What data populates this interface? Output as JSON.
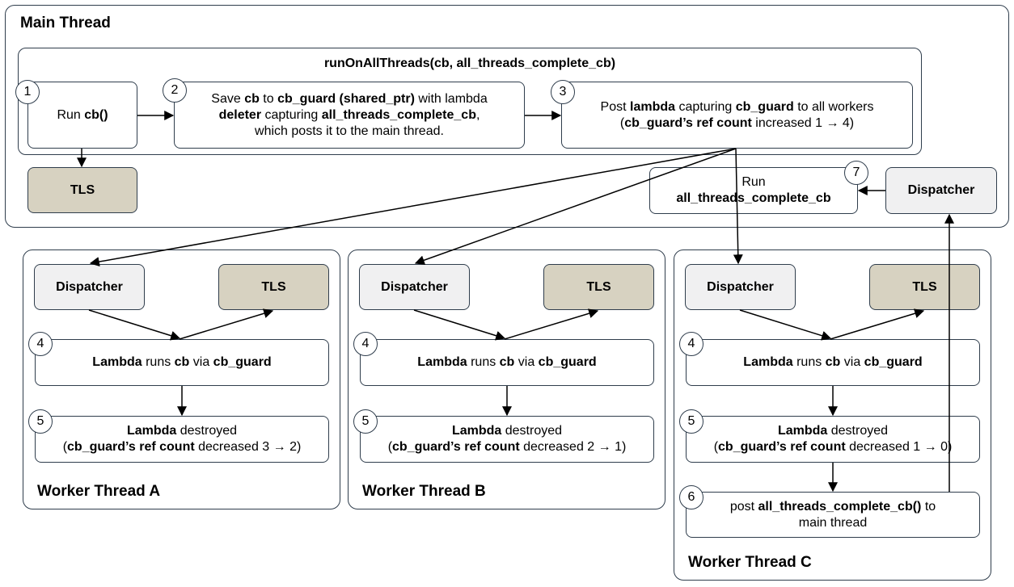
{
  "main": {
    "title": "Main Thread",
    "function_title": "runOnAllThreads(cb, all_threads_complete_cb)",
    "step1": {
      "num": "1",
      "pre": "Run ",
      "bold": "cb()"
    },
    "step2": {
      "num": "2",
      "t1": "Save ",
      "b1": "cb",
      "t2": " to ",
      "b2": "cb_guard (shared_ptr)",
      "t3": " with lambda",
      "b3": "deleter",
      "t4": " capturing ",
      "b4": "all_threads_complete_cb",
      "t5": ",",
      "t6": "which posts it to the main thread."
    },
    "step3": {
      "num": "3",
      "t1": "Post ",
      "b1": "lambda",
      "t2": " capturing ",
      "b2": "cb_guard",
      "t3": " to all workers",
      "t4": "(",
      "b3": "cb_guard’s ref count",
      "t5": " increased 1 → 4)"
    },
    "tls": "TLS",
    "step7": {
      "num": "7",
      "line1": "Run",
      "line2": "all_threads_complete_cb"
    },
    "dispatcher": "Dispatcher"
  },
  "workers": [
    {
      "title": "Worker Thread A",
      "dispatcher": "Dispatcher",
      "tls": "TLS",
      "step4": {
        "num": "4",
        "b1": "Lambda",
        "t1": " runs ",
        "b2": "cb",
        "t2": " via ",
        "b3": "cb_guard"
      },
      "step5": {
        "num": "5",
        "b1": "Lambda",
        "t1": " destroyed",
        "t2": "(",
        "b2": "cb_guard’s ref count",
        "t3": " decreased 3 → 2)"
      }
    },
    {
      "title": "Worker Thread B",
      "dispatcher": "Dispatcher",
      "tls": "TLS",
      "step4": {
        "num": "4",
        "b1": "Lambda",
        "t1": " runs ",
        "b2": "cb",
        "t2": " via ",
        "b3": "cb_guard"
      },
      "step5": {
        "num": "5",
        "b1": "Lambda",
        "t1": " destroyed",
        "t2": "(",
        "b2": "cb_guard’s ref count",
        "t3": " decreased 2 → 1)"
      }
    },
    {
      "title": "Worker Thread C",
      "dispatcher": "Dispatcher",
      "tls": "TLS",
      "step4": {
        "num": "4",
        "b1": "Lambda",
        "t1": " runs ",
        "b2": "cb",
        "t2": " via ",
        "b3": "cb_guard"
      },
      "step5": {
        "num": "5",
        "b1": "Lambda",
        "t1": " destroyed",
        "t2": "(",
        "b2": "cb_guard’s ref count",
        "t3": " decreased 1 → 0)"
      },
      "step6": {
        "num": "6",
        "t1": "post ",
        "b1": "all_threads_complete_cb()",
        "t2": " to",
        "t3": "main thread"
      }
    }
  ]
}
